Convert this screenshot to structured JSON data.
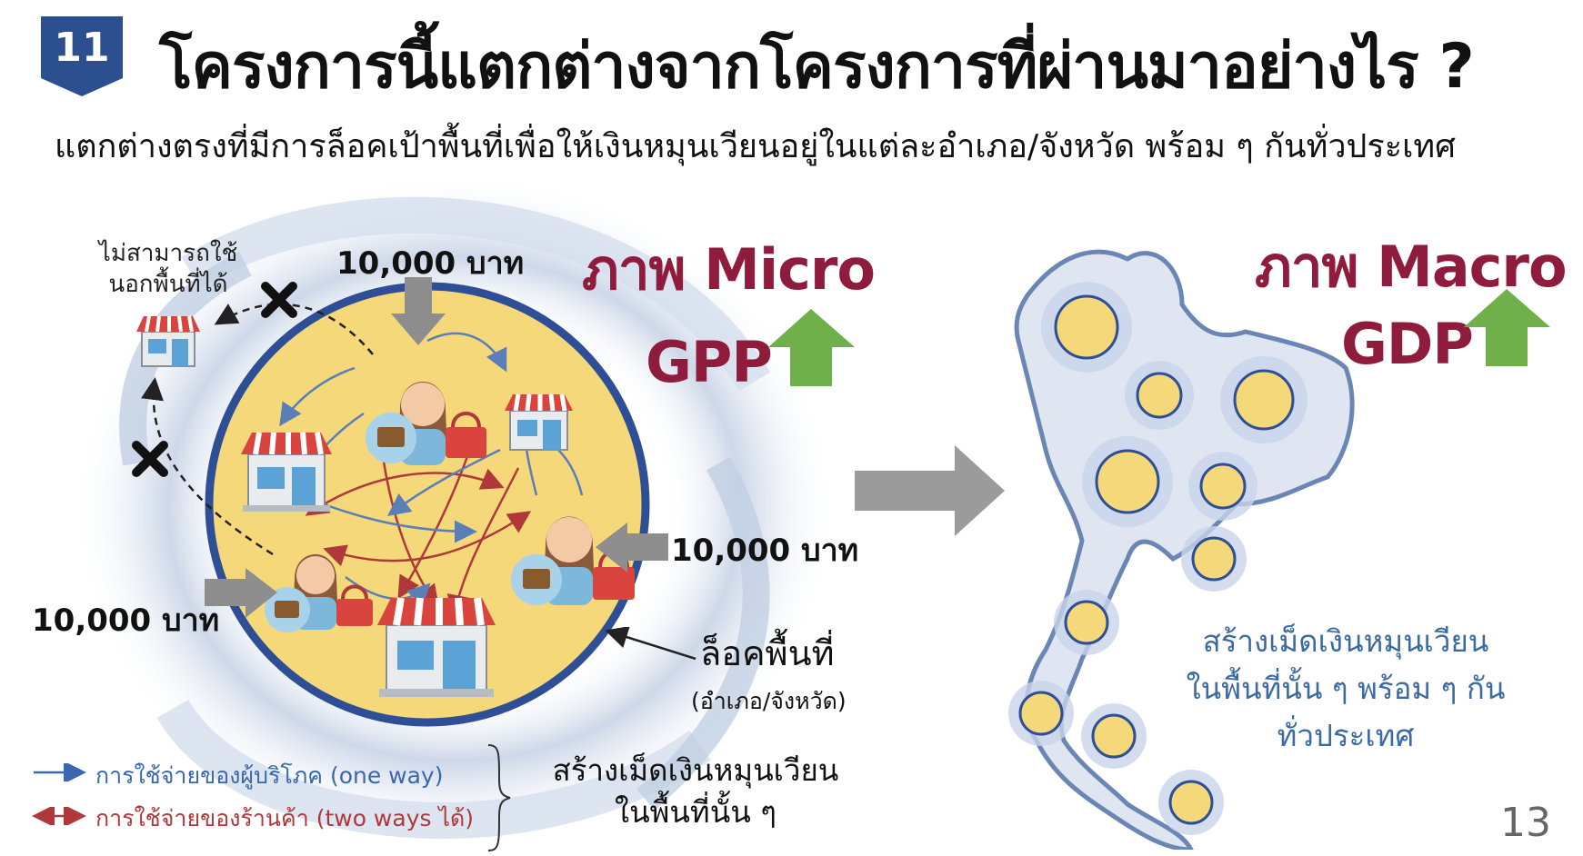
{
  "slide": {
    "number": "11",
    "title": "โครงการนี้แตกต่างจากโครงการที่ผ่านมาอย่างไร ?",
    "subtitle": "แตกต่างตรงที่มีการล็อคเป้าพื้นที่เพื่อให้เงินหมุนเวียนอยู่ในแต่ละอำเภอ/จังหวัด พร้อม ๆ กันทั่วประเทศ",
    "page_number": "13"
  },
  "micro": {
    "label": "ภาพ Micro",
    "indicator": "GPP",
    "outside_note_line1": "ไม่สามารถใช้",
    "outside_note_line2": "นอกพื้นที่ได้",
    "amount_top": "10,000 บาท",
    "amount_right": "10,000 บาท",
    "amount_left": "10,000 บาท",
    "lock_label": "ล็อคพื้นที่",
    "lock_sublabel": "(อำเภอ/จังหวัด)",
    "caption_line1": "สร้างเม็ดเงินหมุนเวียน",
    "caption_line2": "ในพื้นที่นั้น ๆ"
  },
  "legend": {
    "consumer": "การใช้จ่ายของผู้บริโภค (one way)",
    "shop": "การใช้จ่ายของร้านค้า (two ways ได้)"
  },
  "macro": {
    "label": "ภาพ Macro",
    "indicator": "GDP",
    "caption_line1": "สร้างเม็ดเงินหมุนเวียน",
    "caption_line2": "ในพื้นที่นั้น ๆ พร้อม ๆ กัน",
    "caption_line3": "ทั่วประเทศ"
  },
  "colors": {
    "badge": "#2b4f8f",
    "label_red": "#8f1c3d",
    "up_arrow": "#6fb04a",
    "circle_fill": "#f5d87a",
    "circle_border": "#2e4f96",
    "consumer_arrow": "#5a7fb8",
    "shop_arrow": "#b0383b",
    "map_caption": "#3c6aa5"
  }
}
